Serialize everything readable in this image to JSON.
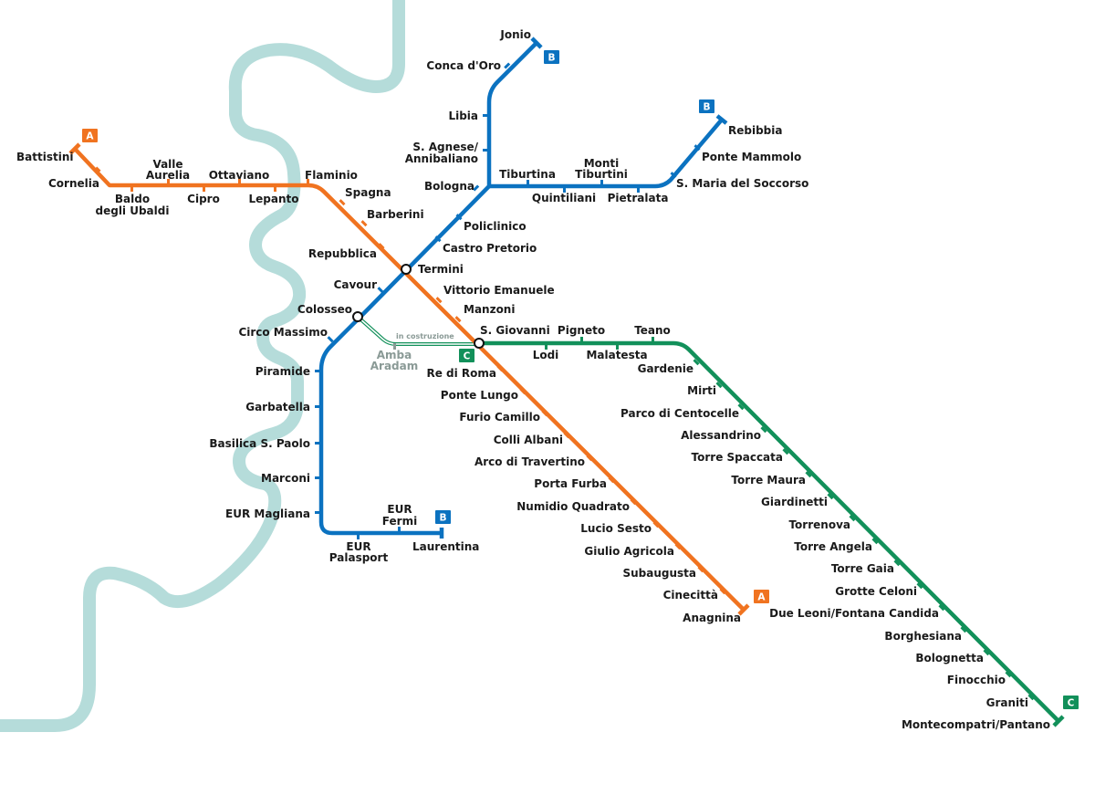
{
  "colors": {
    "line_a": "#f07320",
    "line_b": "#0b72c0",
    "line_c": "#12905a",
    "river": "#b5dcda",
    "under_construction_text": "#8a9a96",
    "station_text": "#1a1a1a"
  },
  "lines": {
    "a": {
      "badge": "A",
      "stations": {
        "battistini": "Battistini",
        "cornelia": "Cornelia",
        "baldo_1": "Baldo",
        "baldo_2": "degli Ubaldi",
        "valle_1": "Valle",
        "valle_2": "Aurelia",
        "cipro": "Cipro",
        "ottaviano": "Ottaviano",
        "lepanto": "Lepanto",
        "flaminio": "Flaminio",
        "spagna": "Spagna",
        "barberini": "Barberini",
        "repubblica": "Repubblica",
        "vittorio": "Vittorio Emanuele",
        "manzoni": "Manzoni",
        "re_di_roma": "Re di Roma",
        "ponte_lungo": "Ponte Lungo",
        "furio": "Furio Camillo",
        "colli": "Colli Albani",
        "arco": "Arco di Travertino",
        "porta_furba": "Porta Furba",
        "numidio": "Numidio Quadrato",
        "lucio": "Lucio Sesto",
        "giulio": "Giulio Agricola",
        "subaugusta": "Subaugusta",
        "cinecitta": "Cinecittà",
        "anagnina": "Anagnina"
      }
    },
    "b": {
      "badge": "B",
      "stations": {
        "jonio": "Jonio",
        "conca": "Conca d'Oro",
        "libia": "Libia",
        "agnese_1": "S. Agnese/",
        "agnese_2": "Annibaliano",
        "bologna": "Bologna",
        "tiburtina": "Tiburtina",
        "quintiliani": "Quintiliani",
        "monti_1": "Monti",
        "monti_2": "Tiburtini",
        "pietralata": "Pietralata",
        "socorso": "S. Maria del Soccorso",
        "mammolo": "Ponte Mammolo",
        "rebibbia": "Rebibbia",
        "policlinico": "Policlinico",
        "castro": "Castro Pretorio",
        "termini": "Termini",
        "cavour": "Cavour",
        "colosseo": "Colosseo",
        "circo": "Circo Massimo",
        "piramide": "Piramide",
        "garbatella": "Garbatella",
        "basilica": "Basilica S. Paolo",
        "marconi": "Marconi",
        "magliana": "EUR Magliana",
        "palasport_1": "EUR",
        "palasport_2": "Palasport",
        "fermi_1": "EUR",
        "fermi_2": "Fermi",
        "laurentina": "Laurentina"
      }
    },
    "c": {
      "badge": "C",
      "under_construction": "in costruzione",
      "stations": {
        "amba_1": "Amba",
        "amba_2": "Aradam",
        "giovanni": "S. Giovanni",
        "lodi": "Lodi",
        "pigneto": "Pigneto",
        "malatesta": "Malatesta",
        "teano": "Teano",
        "gardenie": "Gardenie",
        "mirti": "Mirti",
        "centocelle": "Parco di Centocelle",
        "alessandrino": "Alessandrino",
        "spaccata": "Torre Spaccata",
        "maura": "Torre Maura",
        "giardinetti": "Giardinetti",
        "torrenova": "Torrenova",
        "angela": "Torre Angela",
        "gaia": "Torre Gaia",
        "grotte": "Grotte Celoni",
        "leoni": "Due Leoni/Fontana Candida",
        "borghesiana": "Borghesiana",
        "bolognetta": "Bolognetta",
        "finocchio": "Finocchio",
        "graniti": "Graniti",
        "pantano": "Montecompatri/Pantano"
      }
    }
  }
}
